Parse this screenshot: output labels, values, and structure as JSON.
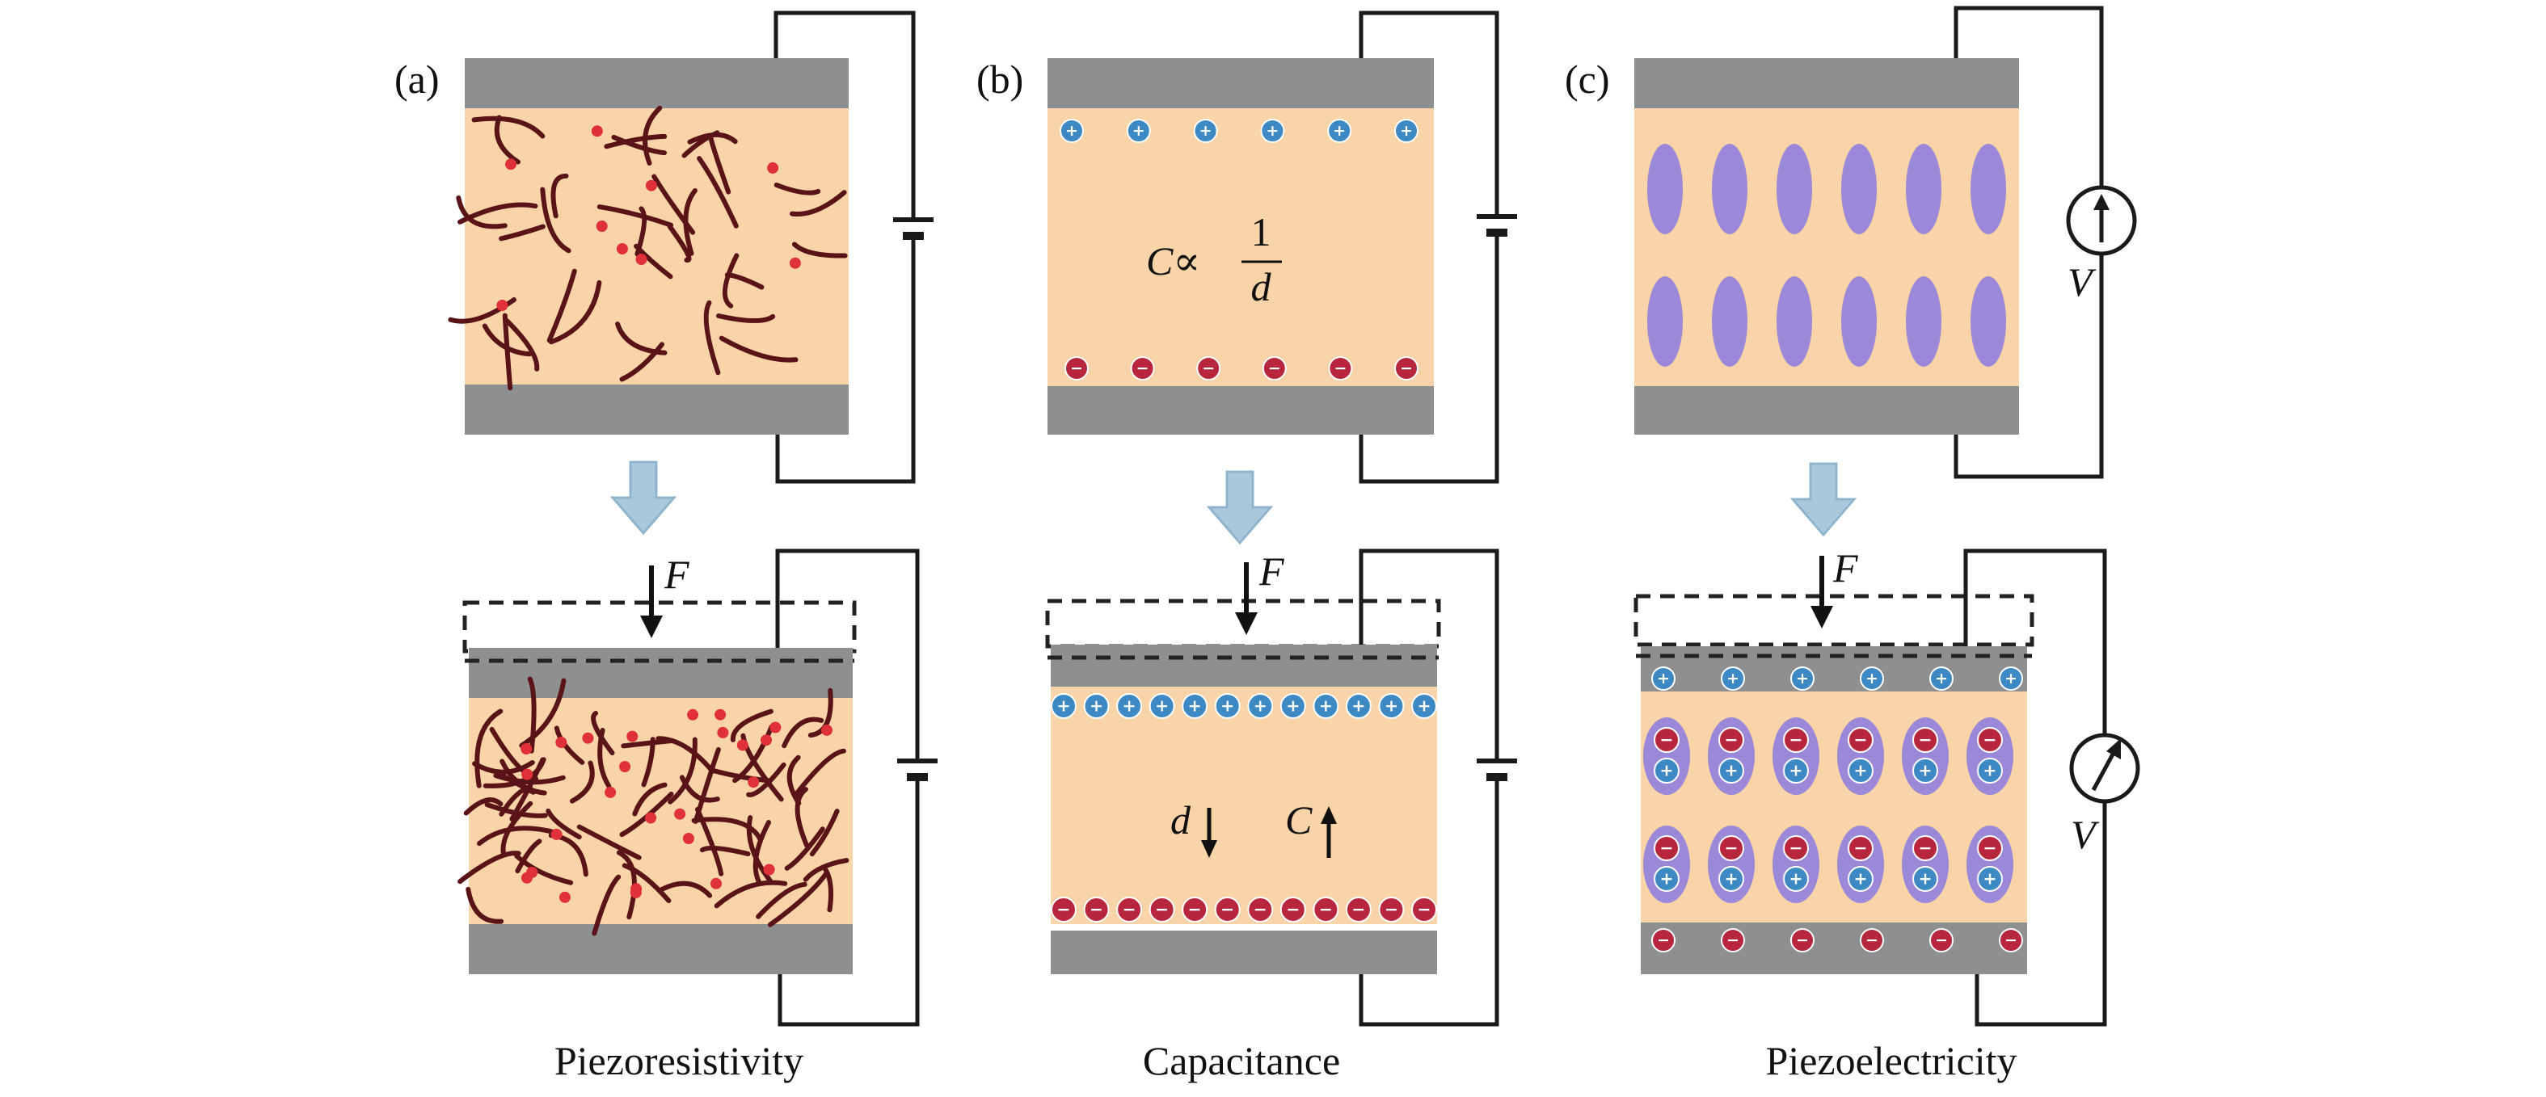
{
  "panels": [
    {
      "label": "(a)",
      "caption": "Piezoresistivity",
      "force_label": "F"
    },
    {
      "label": "(b)",
      "caption": "Capacitance",
      "force_label": "F",
      "equation": {
        "lhs": "C∝",
        "numerator": "1",
        "denominator": "d"
      },
      "annotations": {
        "distance": "d",
        "capacitance": "C"
      }
    },
    {
      "label": "(c)",
      "caption": "Piezoelectricity",
      "force_label": "F",
      "meter_label_top": "V",
      "meter_label_bottom": "V"
    }
  ],
  "signs": {
    "plus": "+",
    "minus": "−"
  },
  "colors": {
    "electrode": "#8e8f91",
    "matrix": "#f8d4a8",
    "fiber": "#5a1418",
    "fiber_junction": "#e0303a",
    "positive_charge": "#3d89c4",
    "negative_charge": "#b8263e",
    "dipole": "#9b88d8",
    "arrow": "#a9c8dc"
  }
}
